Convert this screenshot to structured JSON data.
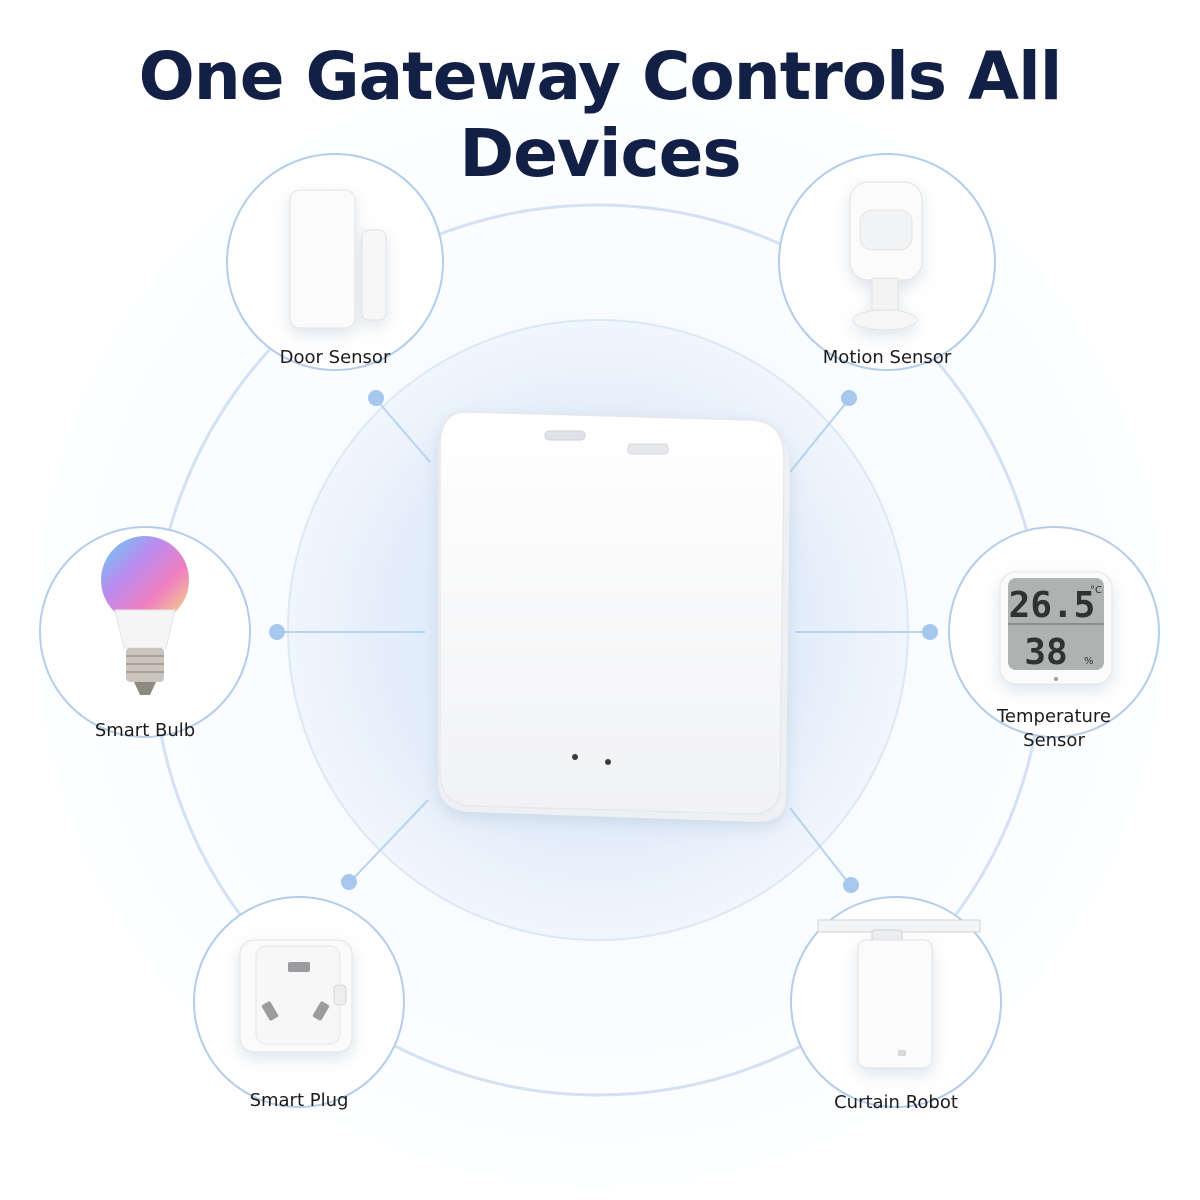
{
  "title": "One Gateway Controls All Devices",
  "devices": {
    "door_sensor": "Door Sensor",
    "motion_sensor": "Motion Sensor",
    "smart_bulb": "Smart Bulb",
    "temperature_sensor": "Temperature\nSensor",
    "smart_plug": "Smart Plug",
    "curtain_robot": "Curtain Robot"
  },
  "thermometer": {
    "temperature": "26.5",
    "temperature_unit": "°C",
    "humidity": "38",
    "humidity_unit": "%"
  },
  "colors": {
    "title": "#132046",
    "ring": "#cfe0f3",
    "connector_dot": "#9ec4ec",
    "glow": "#e3eefb"
  }
}
